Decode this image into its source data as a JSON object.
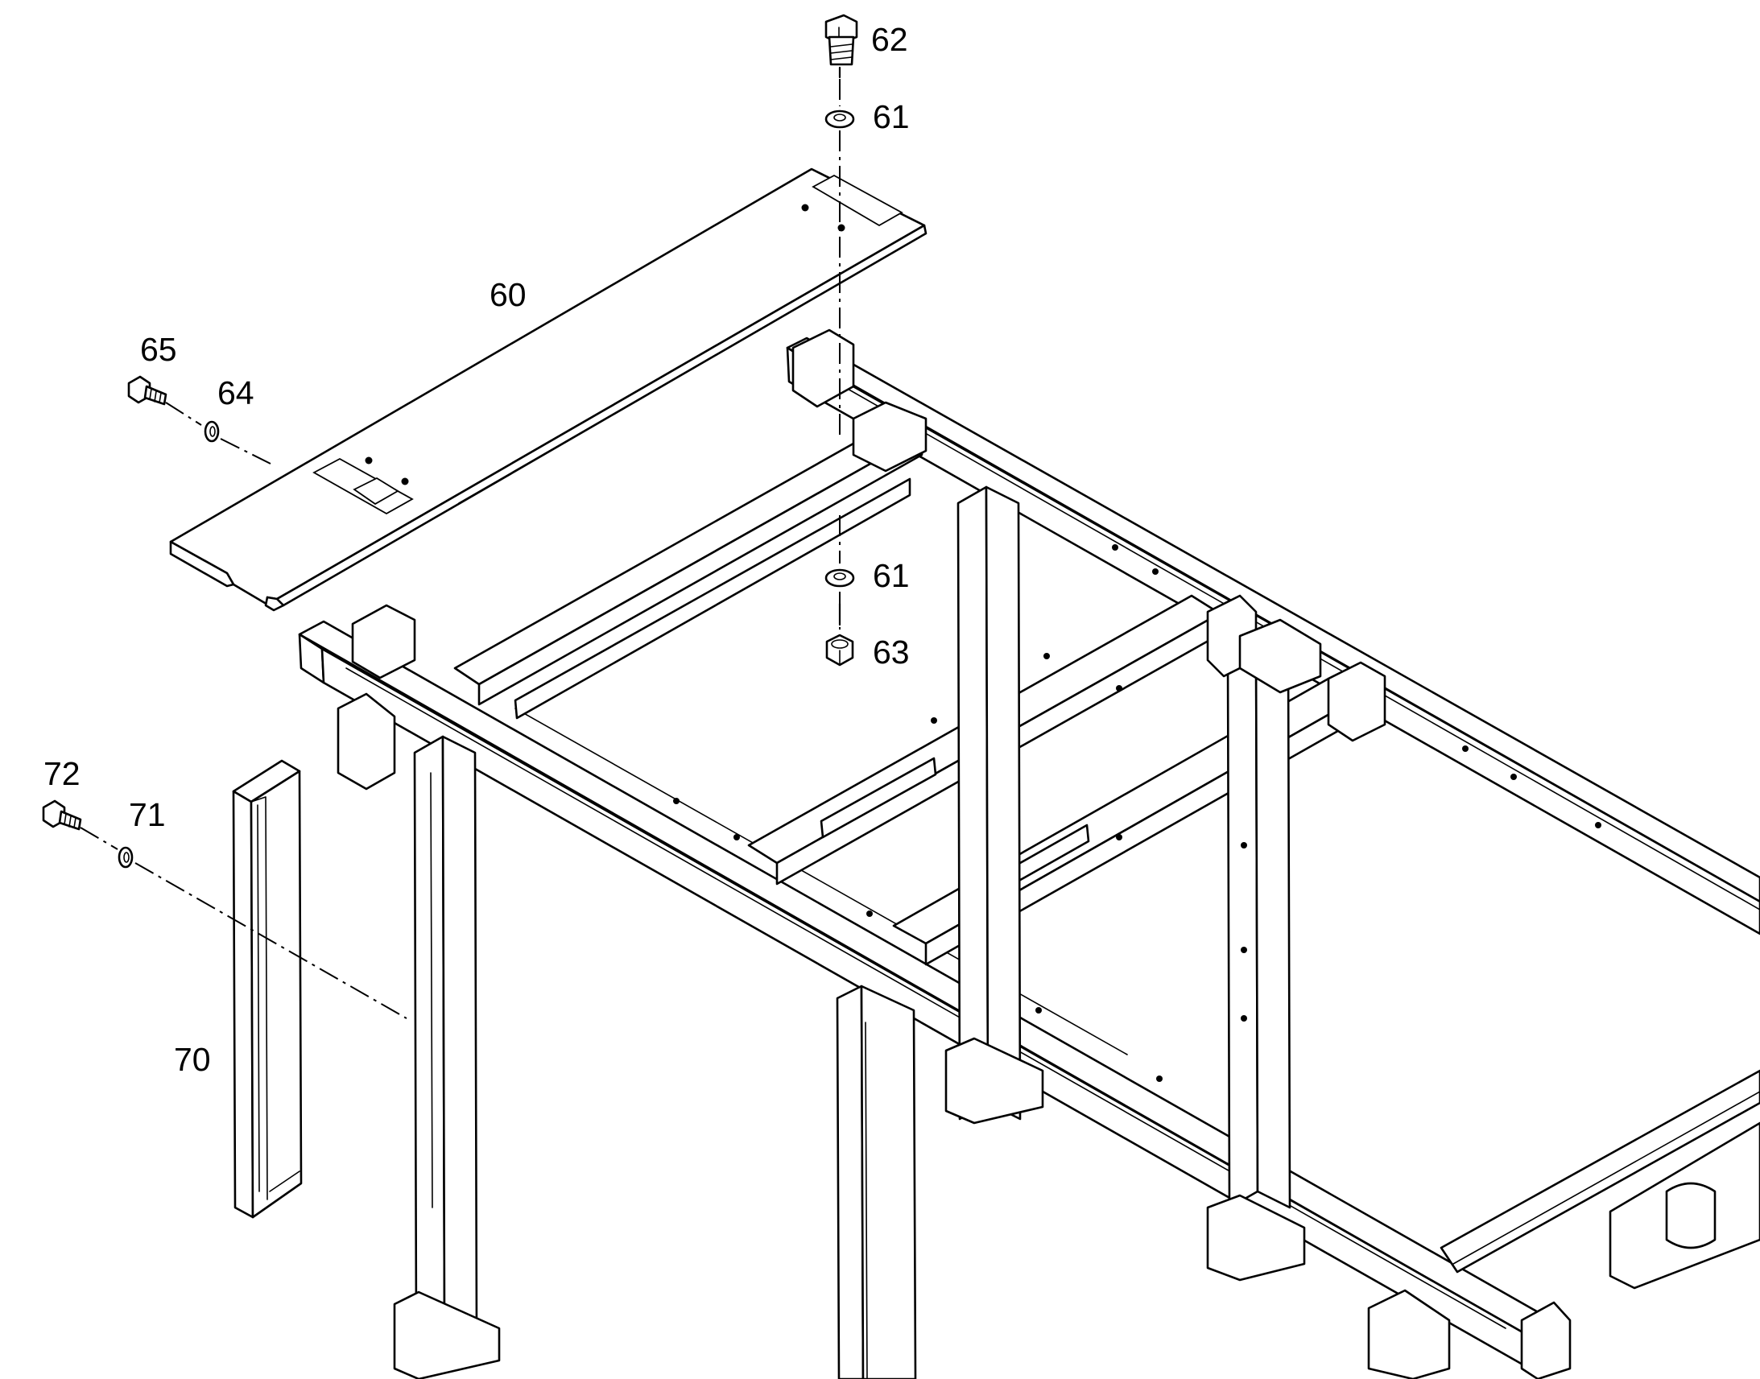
{
  "callouts": [
    {
      "id": "c62a",
      "text": "62"
    },
    {
      "id": "c61a",
      "text": "61"
    },
    {
      "id": "c60",
      "text": "60"
    },
    {
      "id": "c65",
      "text": "65"
    },
    {
      "id": "c64",
      "text": "64"
    },
    {
      "id": "c61b",
      "text": "61"
    },
    {
      "id": "c63",
      "text": "63"
    },
    {
      "id": "c72",
      "text": "72"
    },
    {
      "id": "c71",
      "text": "71"
    },
    {
      "id": "c70",
      "text": "70"
    }
  ],
  "colors": {
    "ink": "#000000",
    "paper": "#ffffff"
  }
}
